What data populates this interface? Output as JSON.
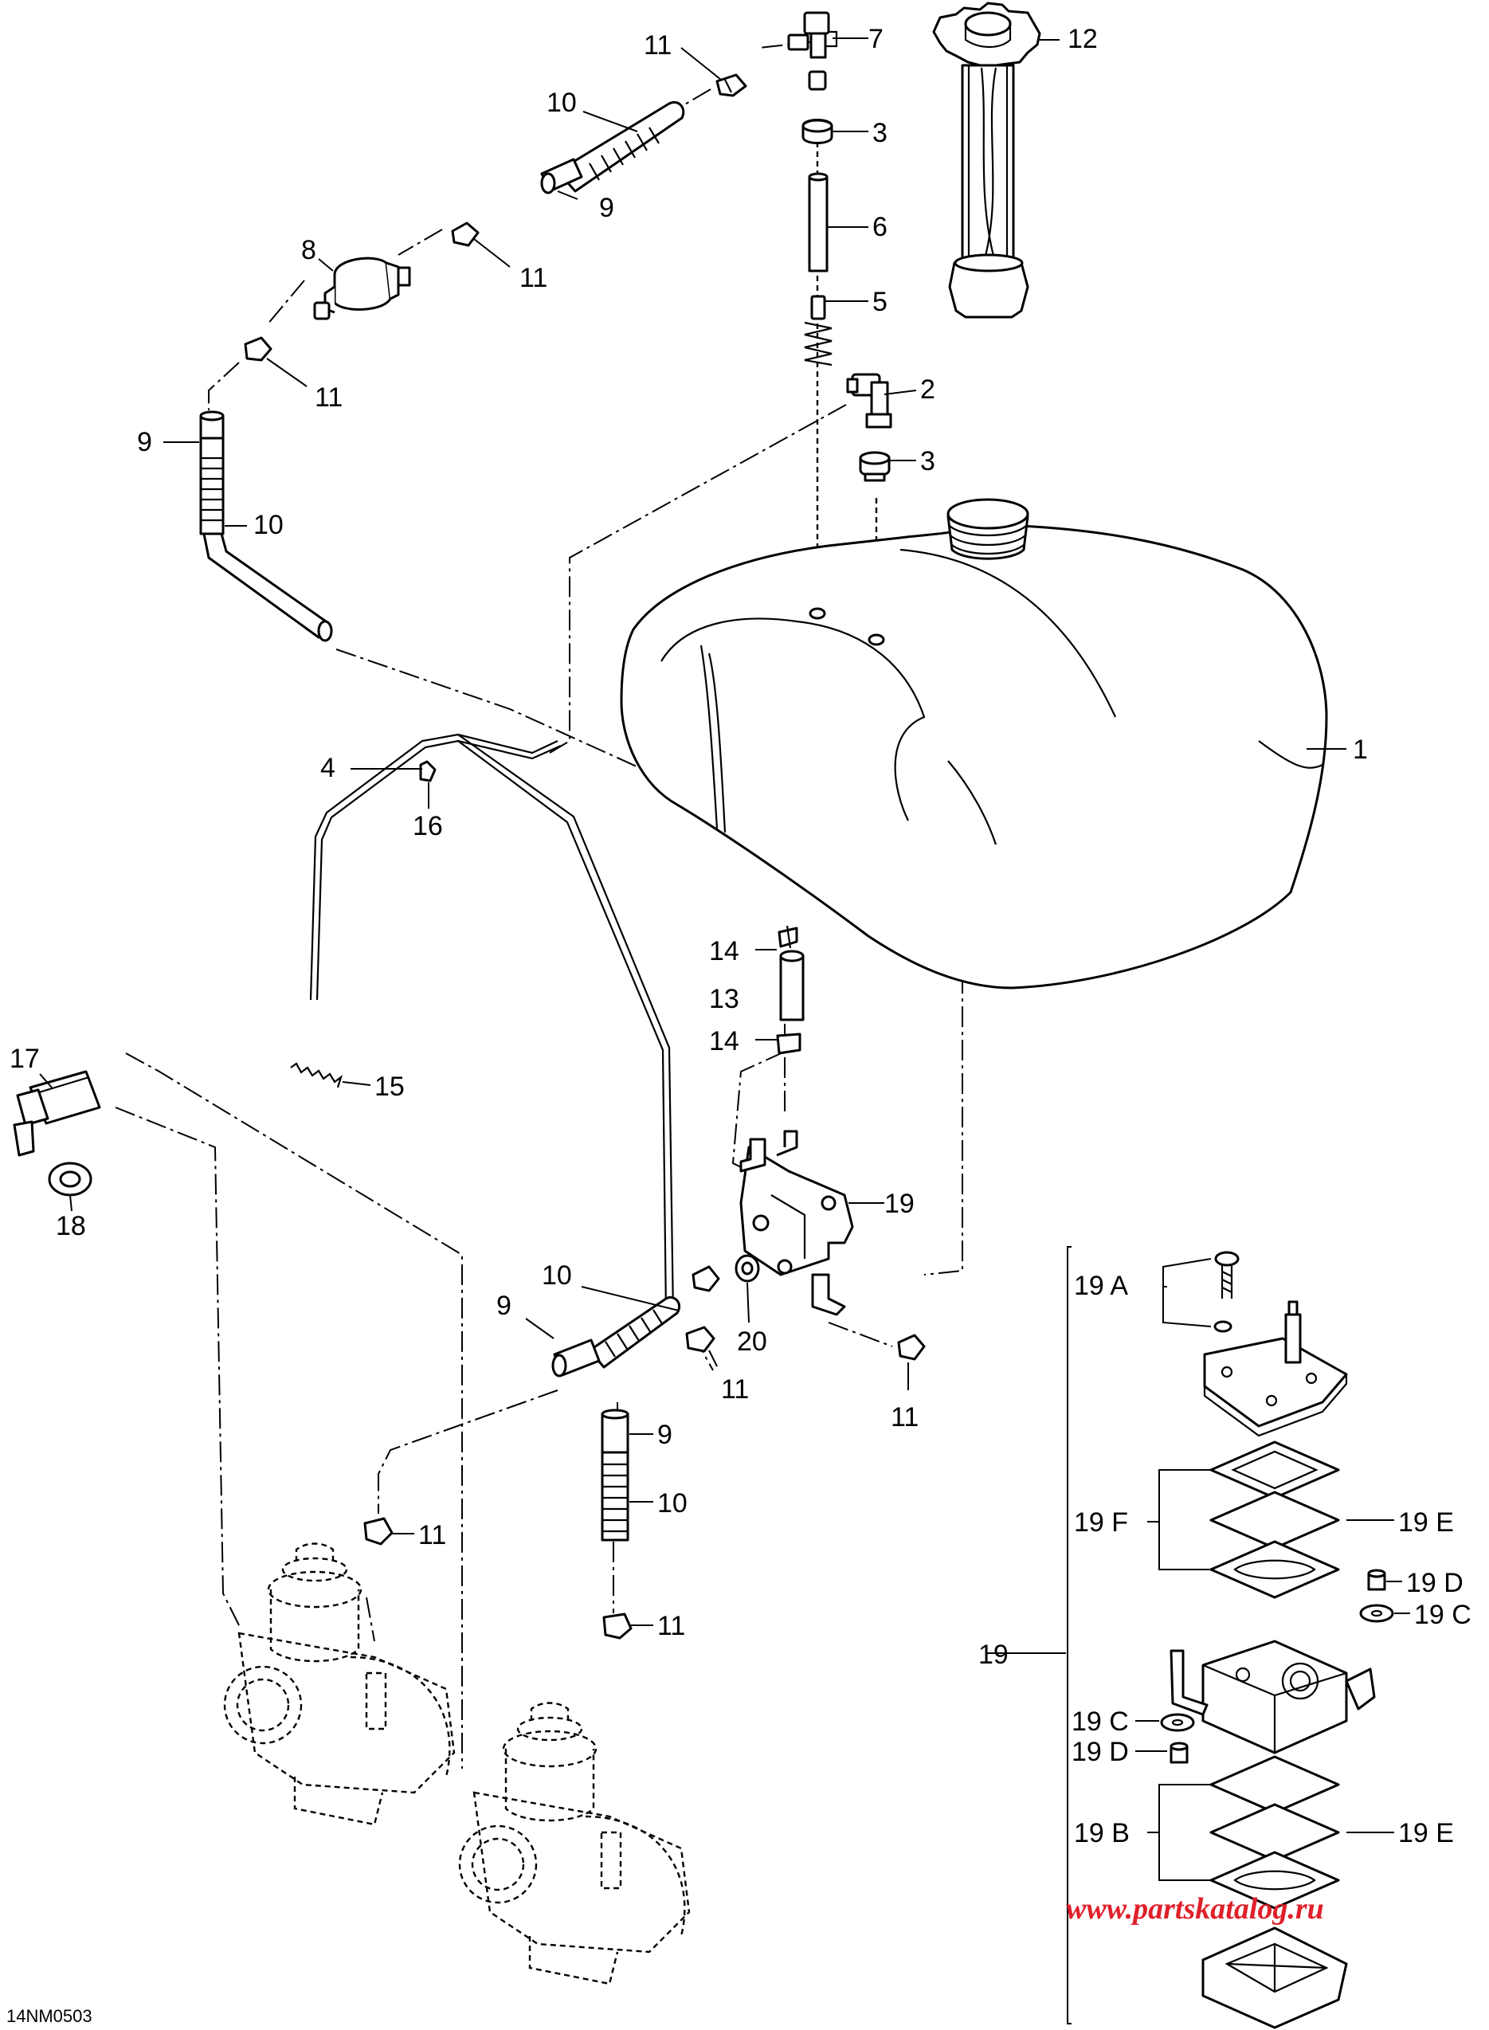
{
  "labels": {
    "p1": "1",
    "p2": "2",
    "p3a": "3",
    "p3b": "3",
    "p4": "4",
    "p5": "5",
    "p6": "6",
    "p7": "7",
    "p8": "8",
    "p9a": "9",
    "p9b": "9",
    "p9c": "9",
    "p9d": "9",
    "p10a": "10",
    "p10b": "10",
    "p10c": "10",
    "p10d": "10",
    "p11a": "11",
    "p11b": "11",
    "p11c": "11",
    "p11d": "11",
    "p11e": "11",
    "p11f": "11",
    "p11g": "11",
    "p12": "12",
    "p13": "13",
    "p14a": "14",
    "p14b": "14",
    "p15": "15",
    "p16": "16",
    "p17": "17",
    "p18": "18",
    "p19": "19",
    "p19box": "19",
    "p20": "20",
    "p19A": "19 A",
    "p19F": "19 F",
    "p19Ea": "19 E",
    "p19Da": "19 D",
    "p19Ca": "19 C",
    "p19Cb": "19 C",
    "p19Db": "19 D",
    "p19B": "19 B",
    "p19Eb": "19 E"
  },
  "watermark": "www.partskatalog.ru",
  "diagram_code": "14NM0503",
  "colors": {
    "line": "#000000",
    "background": "#ffffff",
    "watermark": "#e0202a"
  }
}
